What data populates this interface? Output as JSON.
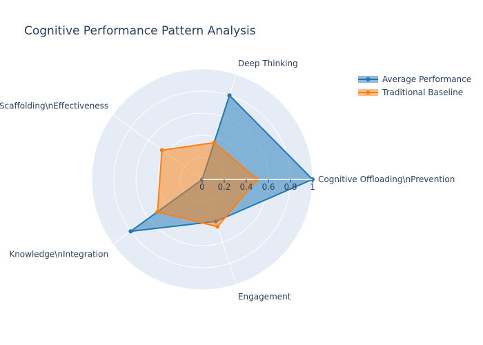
{
  "chart_data": {
    "type": "radar",
    "title": "Cognitive Performance Pattern Analysis",
    "axes": [
      "Cognitive Offloading\\nPrevention",
      "Deep Thinking",
      "Scaffolding\\nEffectiveness",
      "Knowledge\\nIntegration",
      "Engagement"
    ],
    "radial_range": [
      0,
      1
    ],
    "radial_ticks": [
      "0",
      "0.2",
      "0.4",
      "0.6",
      "0.8",
      "1"
    ],
    "radial_tick_values": [
      0,
      0.2,
      0.4,
      0.6,
      0.8,
      1
    ],
    "series": [
      {
        "name": "Average Performance",
        "color": "#1f77b4",
        "values": [
          1.0,
          0.8,
          0.0,
          0.8,
          0.4
        ]
      },
      {
        "name": "Traditional Baseline",
        "color": "#ff7f0e",
        "values": [
          0.5,
          0.35,
          0.45,
          0.5,
          0.45
        ]
      }
    ],
    "background_color": "#e5ecf6",
    "legend_position": "top-right"
  }
}
